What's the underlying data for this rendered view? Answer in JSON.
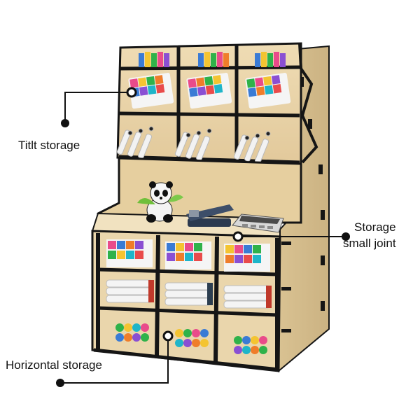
{
  "labels": {
    "tilt_storage": "Titlt storage",
    "storage_line1": "Storage",
    "storage_line2": "small joint",
    "horizontal_storage": "Horizontal storage"
  },
  "colors": {
    "wood": "#e8d3a8",
    "wood_dark": "#c9b080",
    "edge": "#151515",
    "callout": "#111111"
  }
}
